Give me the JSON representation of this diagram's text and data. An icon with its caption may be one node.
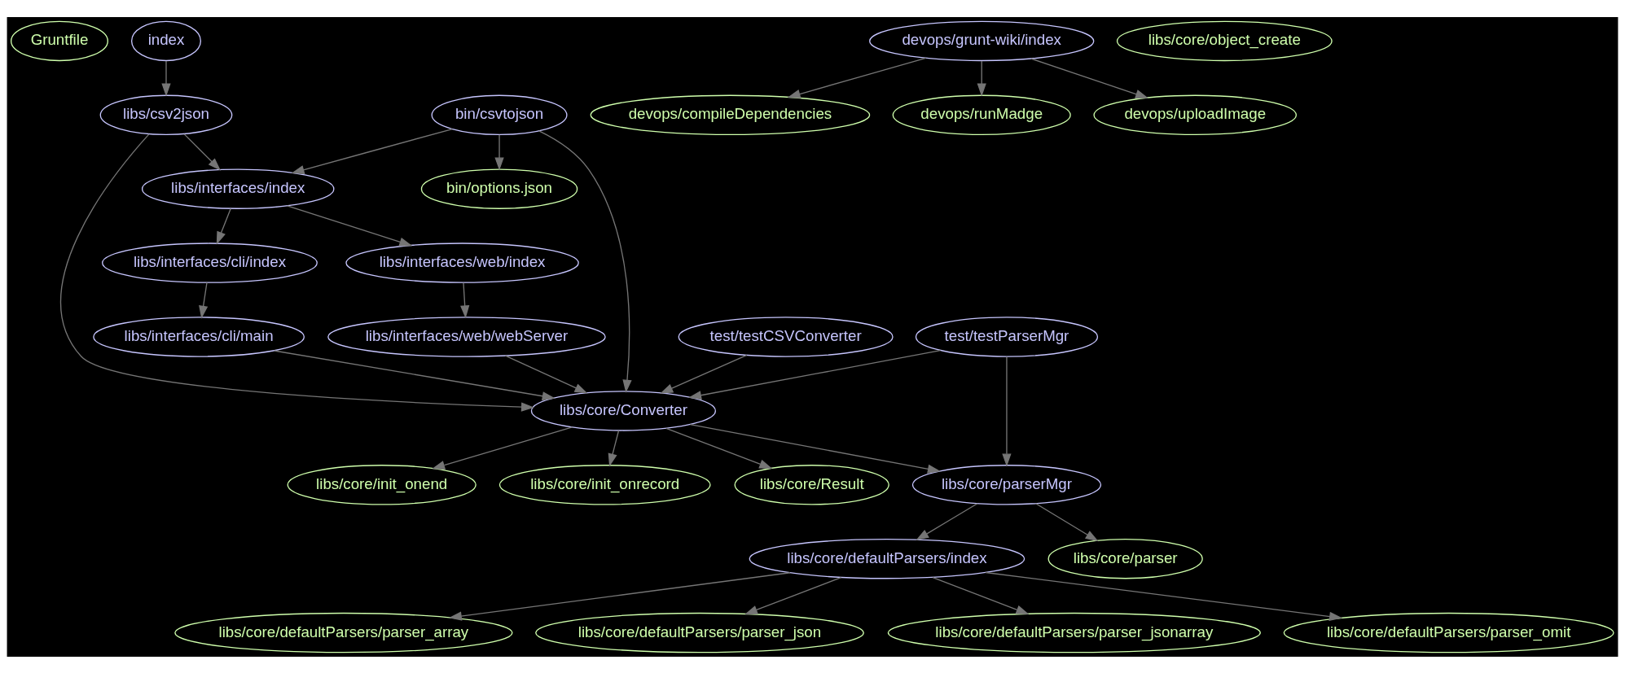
{
  "diagram": {
    "nodes": [
      {
        "text": [
          "Gruntfile"
        ]
      },
      {
        "text": [
          "index"
        ]
      },
      {
        "text": [
          "devops/grunt-wiki/index"
        ]
      },
      {
        "text": [
          "libs/core/object_create"
        ]
      },
      {
        "text": [
          "bin/csvtojson"
        ]
      },
      {
        "text": [
          "libs/csv2json"
        ]
      },
      {
        "text": [
          "devops/compileDependencies"
        ]
      },
      {
        "text": [
          "devops/runMadge"
        ]
      },
      {
        "text": [
          "devops/uploadImage"
        ]
      },
      {
        "text": [
          "bin/options.json"
        ]
      },
      {
        "text": [
          "libs/interfaces/index"
        ]
      },
      {
        "text": [
          "libs/interfaces/cli/index"
        ]
      },
      {
        "text": [
          "libs/interfaces/web/index"
        ]
      },
      {
        "text": [
          "libs/interfaces/cli/main"
        ]
      },
      {
        "text": [
          "libs/interfaces/web/webServer"
        ]
      },
      {
        "text": [
          "test/testCSVConverter"
        ]
      },
      {
        "text": [
          "test/testParserMgr"
        ]
      },
      {
        "text": [
          "libs/core/Converter"
        ]
      },
      {
        "text": [
          "libs/core/Result"
        ]
      },
      {
        "text": [
          "libs/core/init_onend"
        ]
      },
      {
        "text": [
          "libs/core/init_onrecord"
        ]
      },
      {
        "text": [
          "libs/core/parserMgr"
        ]
      },
      {
        "text": [
          "libs/core/defaultParsers/index"
        ]
      },
      {
        "text": [
          "libs/core/parser"
        ]
      },
      {
        "text": [
          "libs/core/defaultParsers/parser_array"
        ]
      },
      {
        "text": [
          "libs/core/defaultParsers/parser_json"
        ]
      },
      {
        "text": [
          "libs/core/defaultParsers/parser_jsonarray"
        ]
      },
      {
        "text": [
          "libs/core/defaultParsers/parser_omit"
        ]
      }
    ],
    "edges": [
      {
        "from": 1,
        "to": 5,
        "arrow": "to"
      },
      {
        "from": 2,
        "to": 6,
        "arrow": "to"
      },
      {
        "from": 2,
        "to": 7,
        "arrow": "to"
      },
      {
        "from": 2,
        "to": 8,
        "arrow": "to"
      },
      {
        "from": 4,
        "to": 9,
        "arrow": "to"
      },
      {
        "from": 4,
        "to": 10,
        "arrow": "to"
      },
      {
        "from": 4,
        "to": 17,
        "arrow": "to"
      },
      {
        "from": 5,
        "to": 10,
        "arrow": "to"
      },
      {
        "from": 5,
        "to": 17,
        "arrow": "to"
      },
      {
        "from": 10,
        "to": 11,
        "arrow": "to"
      },
      {
        "from": 10,
        "to": 12,
        "arrow": "to"
      },
      {
        "from": 11,
        "to": 13,
        "arrow": "to"
      },
      {
        "from": 12,
        "to": 14,
        "arrow": "to"
      },
      {
        "from": 13,
        "to": 17,
        "arrow": "to"
      },
      {
        "from": 14,
        "to": 17,
        "arrow": "to"
      },
      {
        "from": 15,
        "to": 17,
        "arrow": "to"
      },
      {
        "from": 16,
        "to": 17,
        "arrow": "to"
      },
      {
        "from": 16,
        "to": 21,
        "arrow": "to"
      },
      {
        "from": 17,
        "to": 18,
        "arrow": "to"
      },
      {
        "from": 17,
        "to": 19,
        "arrow": "to"
      },
      {
        "from": 17,
        "to": 20,
        "arrow": "to"
      },
      {
        "from": 17,
        "to": 21,
        "arrow": "to"
      },
      {
        "from": 21,
        "to": 22,
        "arrow": "to"
      },
      {
        "from": 21,
        "to": 23,
        "arrow": "to"
      },
      {
        "from": 22,
        "to": 24,
        "arrow": "to"
      },
      {
        "from": 22,
        "to": 25,
        "arrow": "to"
      },
      {
        "from": 22,
        "to": 26,
        "arrow": "to"
      },
      {
        "from": 22,
        "to": 27,
        "arrow": "to"
      }
    ]
  }
}
